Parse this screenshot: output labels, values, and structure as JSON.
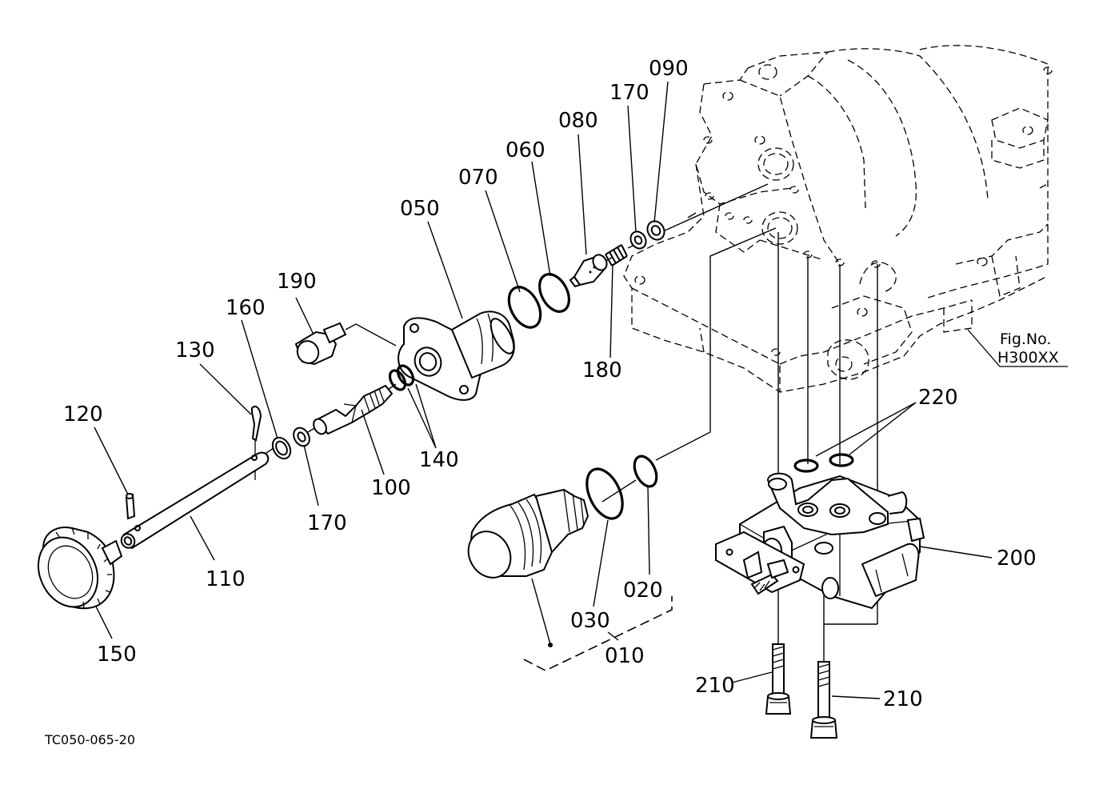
{
  "figure": {
    "fig_label": "Fig.No.",
    "fig_number": "H300XX",
    "drawing_code": "TC050-065-20"
  },
  "callouts": {
    "c010": "010",
    "c020": "020",
    "c030": "030",
    "c050": "050",
    "c060": "060",
    "c070": "070",
    "c080": "080",
    "c090": "090",
    "c100": "100",
    "c110": "110",
    "c120": "120",
    "c130": "130",
    "c140": "140",
    "c150": "150",
    "c160": "160",
    "c170a": "170",
    "c170b": "170",
    "c180": "180",
    "c190": "190",
    "c200": "200",
    "c210a": "210",
    "c210b": "210",
    "c220": "220"
  }
}
